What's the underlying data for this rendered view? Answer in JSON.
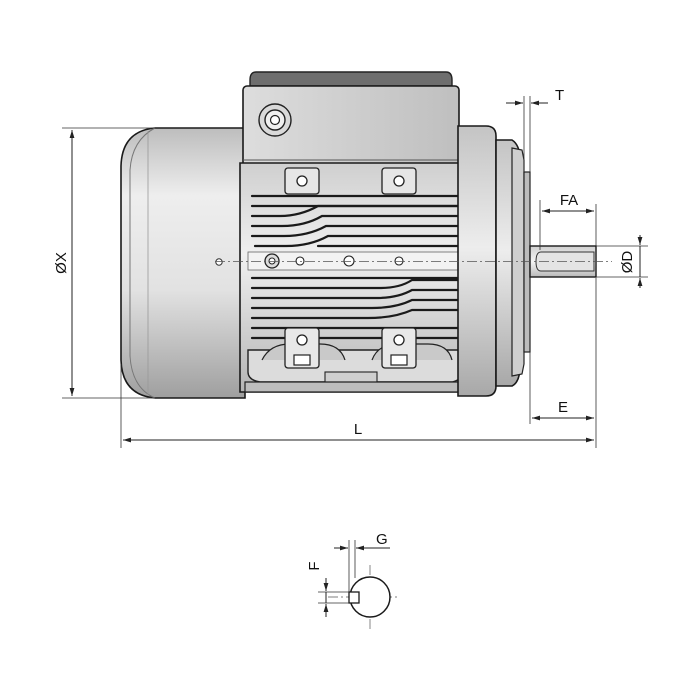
{
  "labels": {
    "X": "ØX",
    "T": "T",
    "FA": "FA",
    "D": "ØD",
    "E": "E",
    "L": "L",
    "G": "G",
    "F": "F"
  },
  "colors": {
    "body_light": "#efefef",
    "body_mid": "#d6d6d6",
    "body_dark": "#a9a9a9",
    "terminal_box": "#6e6e6e",
    "line": "#1a1a1a"
  }
}
